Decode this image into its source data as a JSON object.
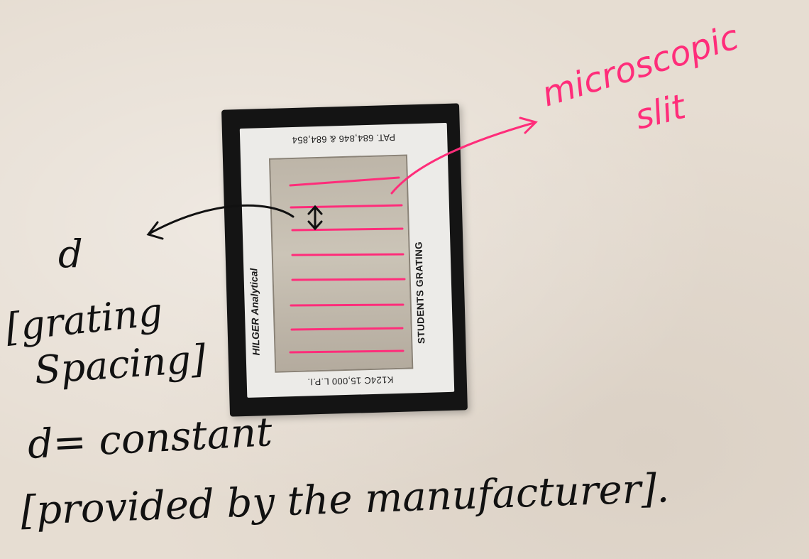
{
  "grating": {
    "patent_text": "PAT. 684,846 & 684,854",
    "brand_bold": "HILGER",
    "brand_rest": "Analytical",
    "side_label": "STUDENTS GRATING",
    "model_text": "K124C 15,000 L.P.I."
  },
  "annotations": {
    "slit_label_line1": "microscopic",
    "slit_label_line2": "slit",
    "d_symbol": "d",
    "grating_spacing_line1": "[grating",
    "grating_spacing_line2": "Spacing]",
    "d_constant": "d= constant",
    "provided_by": "[provided by the manufacturer]."
  },
  "colors": {
    "annotation_pink": "#ff2d7a",
    "annotation_ink": "#111111",
    "slide_frame": "#141414"
  }
}
